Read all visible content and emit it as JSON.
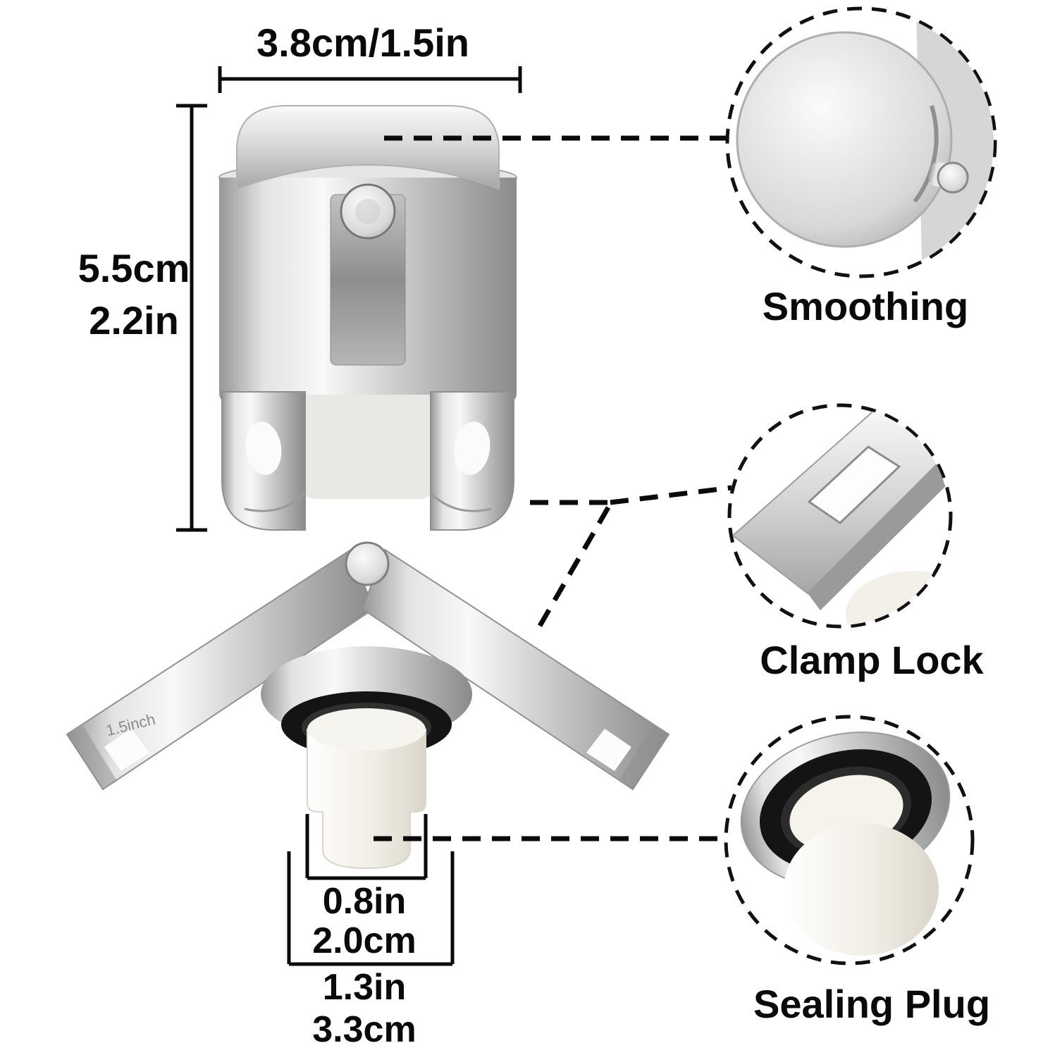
{
  "dimensions": {
    "top_width": "3.8cm/1.5in",
    "height_cm": "5.5cm",
    "height_in": "2.2in",
    "plug_inner_in": "0.8in",
    "plug_inner_cm": "2.0cm",
    "plug_outer_in": "1.3in",
    "plug_outer_cm": "3.3cm"
  },
  "callouts": {
    "smoothing": {
      "label": "Smoothing"
    },
    "clamp_lock": {
      "label": "Clamp Lock"
    },
    "sealing_plug": {
      "label": "Sealing Plug"
    }
  },
  "engraving": {
    "text": "1.5inch"
  },
  "colors": {
    "background": "#ffffff",
    "text": "#0a0a0a",
    "line": "#0a0a0a",
    "metal_light": "#f8f8f8",
    "metal_mid": "#cccccc",
    "metal_dark": "#8b8b8b",
    "plug_white": "#f1eee6",
    "gasket_black": "#141414"
  }
}
